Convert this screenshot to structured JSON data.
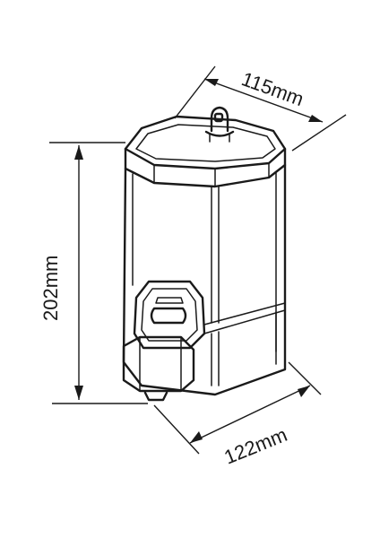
{
  "dimensions": {
    "width": "115mm",
    "height": "202mm",
    "depth": "122mm"
  }
}
